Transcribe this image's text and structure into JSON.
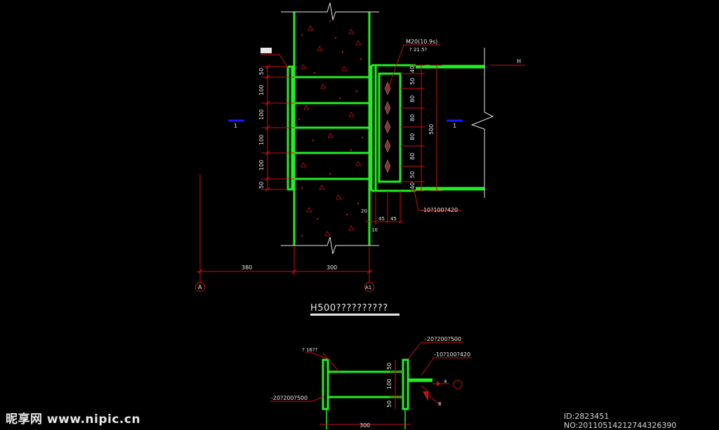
{
  "drawing": {
    "title": "H500??????????",
    "upper_detail": {
      "bolt_note": "M20(10.9s)",
      "bolt_note2": "? 21.5?",
      "elevation_mark": "H",
      "section_mark_left": "1",
      "section_mark_right": "1",
      "left_dims": [
        "50",
        "100",
        "100",
        "100",
        "100",
        "50"
      ],
      "right_dims": [
        "40",
        "50",
        "80",
        "80",
        "80",
        "80",
        "50",
        "40"
      ],
      "height_dim": "500",
      "bottom_dims": {
        "gap": "20",
        "a": "45",
        "b": "45",
        "c": "10"
      },
      "plate_note": "-10?100?420",
      "axis_dims": [
        "380",
        "300"
      ],
      "axis_labels": [
        "A",
        "A1"
      ]
    },
    "lower_detail": {
      "left_note": "? 16??",
      "top_right_note": "-20?200?500",
      "plate_note": "-10?100?420",
      "left_bottom_note": "-20?200?500",
      "vert_dims": [
        "50",
        "100",
        "50"
      ],
      "width_dim": "300",
      "weld_size": "4",
      "weld_size2": "8"
    }
  },
  "watermark": {
    "site": "昵享网 www.nipic.cn",
    "id_text": "ID:2823451 NO:20110514212744326390"
  },
  "colors": {
    "steel": "#22ee22",
    "dimension": "#dd1111",
    "text": "#e8e8e8",
    "marker": "#1a1aff",
    "bolt": "#7a3a3a"
  }
}
